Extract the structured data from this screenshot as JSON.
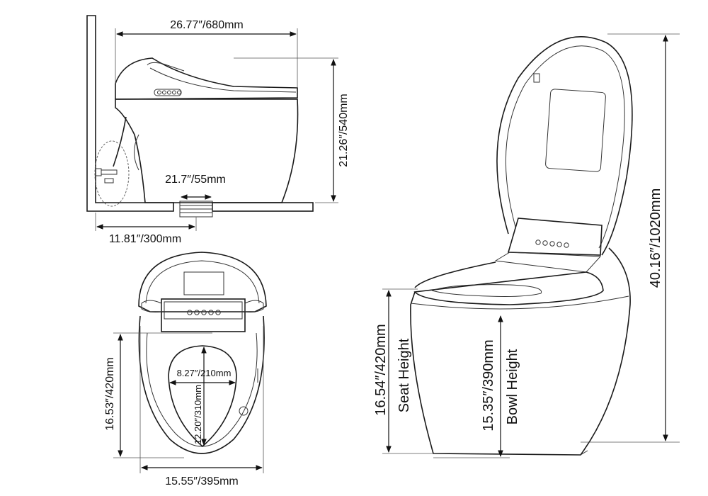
{
  "side_view": {
    "length_label": "26.77″/680mm",
    "height_label": "21.26″/540mm",
    "outlet_label": "21.7″/55mm",
    "rough_in_label": "11.81″/300mm"
  },
  "top_view": {
    "width_label": "15.55″/395mm",
    "seat_length_label": "16.53″/420mm",
    "bowl_width_label": "8.27″/210mm",
    "bowl_length_label": "12.20″/310mm"
  },
  "front_view": {
    "total_height_label": "40.16″/1020mm",
    "seat_height_label": "16.54″/420mm",
    "seat_height_caption": "Seat Height",
    "bowl_height_label": "15.35″/390mm",
    "bowl_height_caption": "Bowl Height"
  },
  "colors": {
    "line": "#1a1a1a",
    "background": "#ffffff"
  }
}
